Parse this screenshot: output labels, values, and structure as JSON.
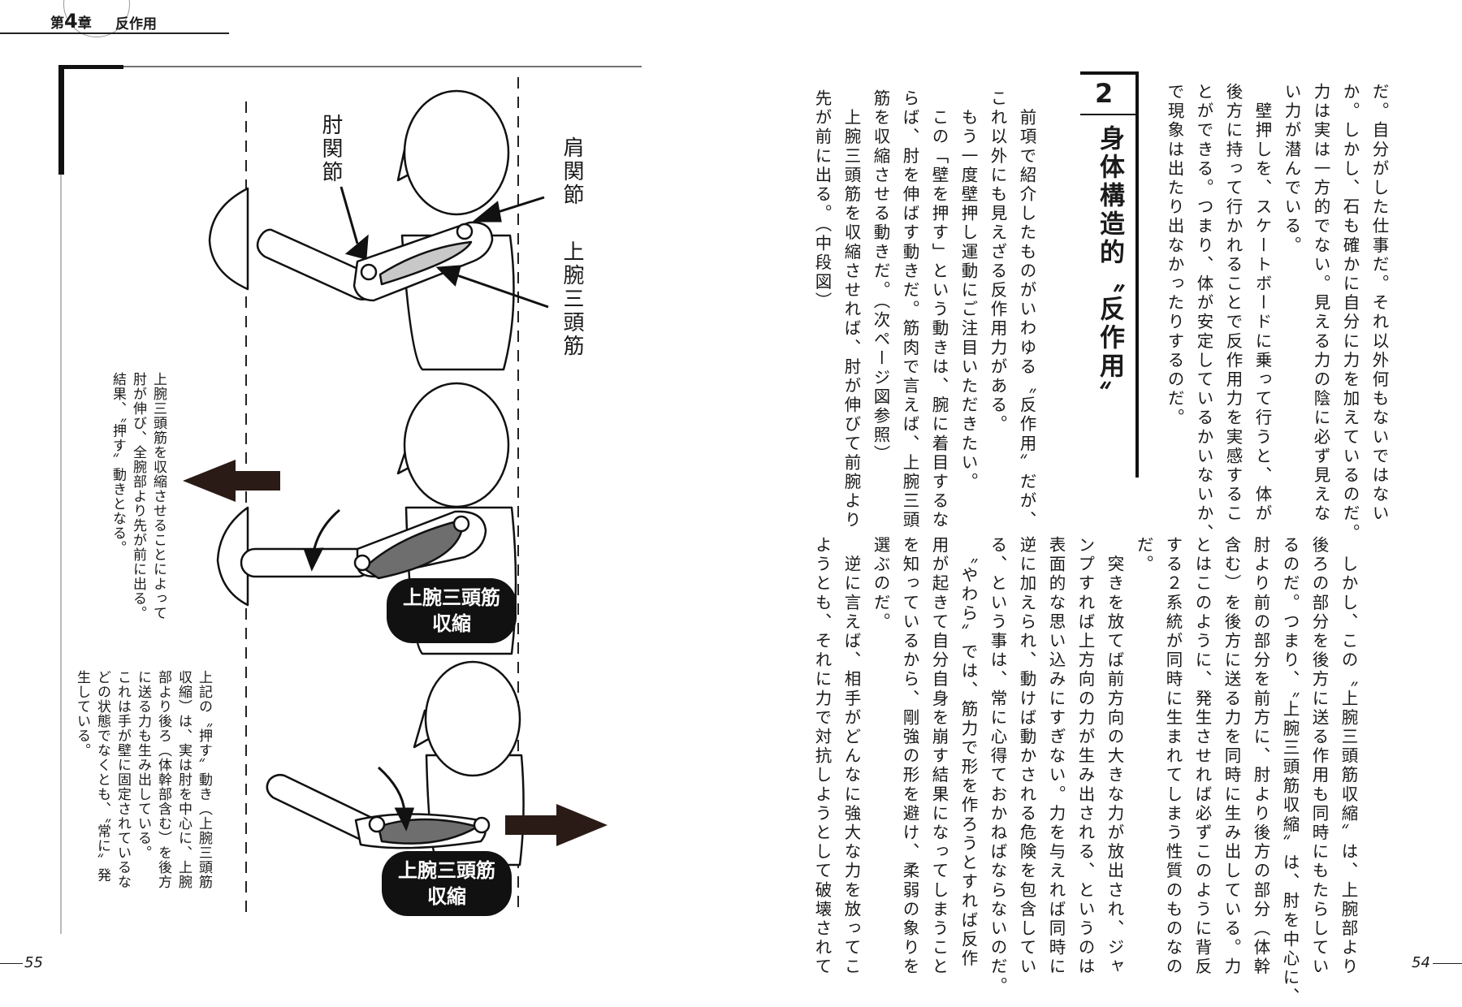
{
  "header": {
    "chapter_prefix": "第",
    "chapter_number": "4",
    "chapter_suffix": "章",
    "chapter_title": "反作用"
  },
  "right_page": {
    "block1_lines": [
      "だ。自分がした仕事だ。それ以外何もないではない",
      "か。しかし、石も確かに自分に力を加えているのだ。",
      "力は実は一方的でない。見える力の陰に必ず見えな",
      "い力が潜んでいる。",
      "　壁押しを、スケートボードに乗って行うと、体が",
      "後方に持って行かれることで反作用力を実感するこ",
      "とができる。つまり、体が安定しているかいないか、",
      "で現象は出たり出なかったりするのだ。"
    ],
    "section_number": "2",
    "section_title": "身体構造的〝反作用〟",
    "block2_lines": [
      "　前項で紹介したものがいわゆる〝反作用〟だが、",
      "これ以外にも見えざる反作用力がある。",
      "　もう一度壁押し運動にご注目いただきたい。",
      "　この「壁を押す」という動きは、腕に着目するな",
      "らば、肘を伸ばす動きだ。筋肉で言えば、上腕三頭",
      "筋を収縮させる動きだ。（次ページ図参照）",
      "　上腕三頭筋を収縮させれば、肘が伸びて前腕より",
      "先が前に出る。（中段図）"
    ],
    "block3_lines": [
      "　しかし、この〝上腕三頭筋収縮〟は、上腕部より",
      "後ろの部分を後方に送る作用も同時にもたらしてい",
      "るのだ。つまり、〝上腕三頭筋収縮〟は、肘を中心に、",
      "肘より前の部分を前方に、肘より後方の部分（体幹",
      "含む）を後方に送る力を同時に生み出している。力",
      "とはこのように、発生させれば必ずこのように背反",
      "する２系統が同時に生まれてしまう性質のものなの",
      "だ。",
      "　突きを放てば前方向の大きな力が放出され、ジャ",
      "ンプすれば上方向の力が生み出される、というのは",
      "表面的な思い込みにすぎない。力を与えれば同時に",
      "逆に加えられ、動けば動かされる危険を包含してい",
      "る、という事は、常に心得ておかねばならないのだ。",
      "　〝やわら〟では、筋力で形を作ろうとすれば反作",
      "用が起きて自分自身を崩す結果になってしまうこと",
      "を知っているから、剛強の形を避け、柔弱の象りを",
      "選ぶのだ。",
      "　逆に言えば、相手がどんなに強大な力を放ってこ",
      "ようとも、それに力で対抗しようとして破壊されて"
    ],
    "folio": "54"
  },
  "left_page": {
    "labels": {
      "shoulder_joint": "肩関節",
      "elbow_joint": "肘関節",
      "triceps": "上腕三頭筋"
    },
    "pill1": [
      "上腕三頭筋",
      "収縮"
    ],
    "pill2": [
      "上腕三頭筋",
      "収縮"
    ],
    "caption1": [
      "上腕三頭筋を収縮させることによって",
      "肘が伸び、全腕部より先が前に出る。",
      "結果、〝押す〟動きとなる。"
    ],
    "caption2": [
      "上記の〝押す〟動き（上腕三頭筋",
      "収縮）は、実は肘を中心に、上腕",
      "部より後ろ（体幹部含む）を後方",
      "に送る力も生み出している。",
      "これは手が壁に固定されているな",
      "どの状態でなくとも、〝常に〟発",
      "生している。"
    ],
    "folio": "55"
  }
}
